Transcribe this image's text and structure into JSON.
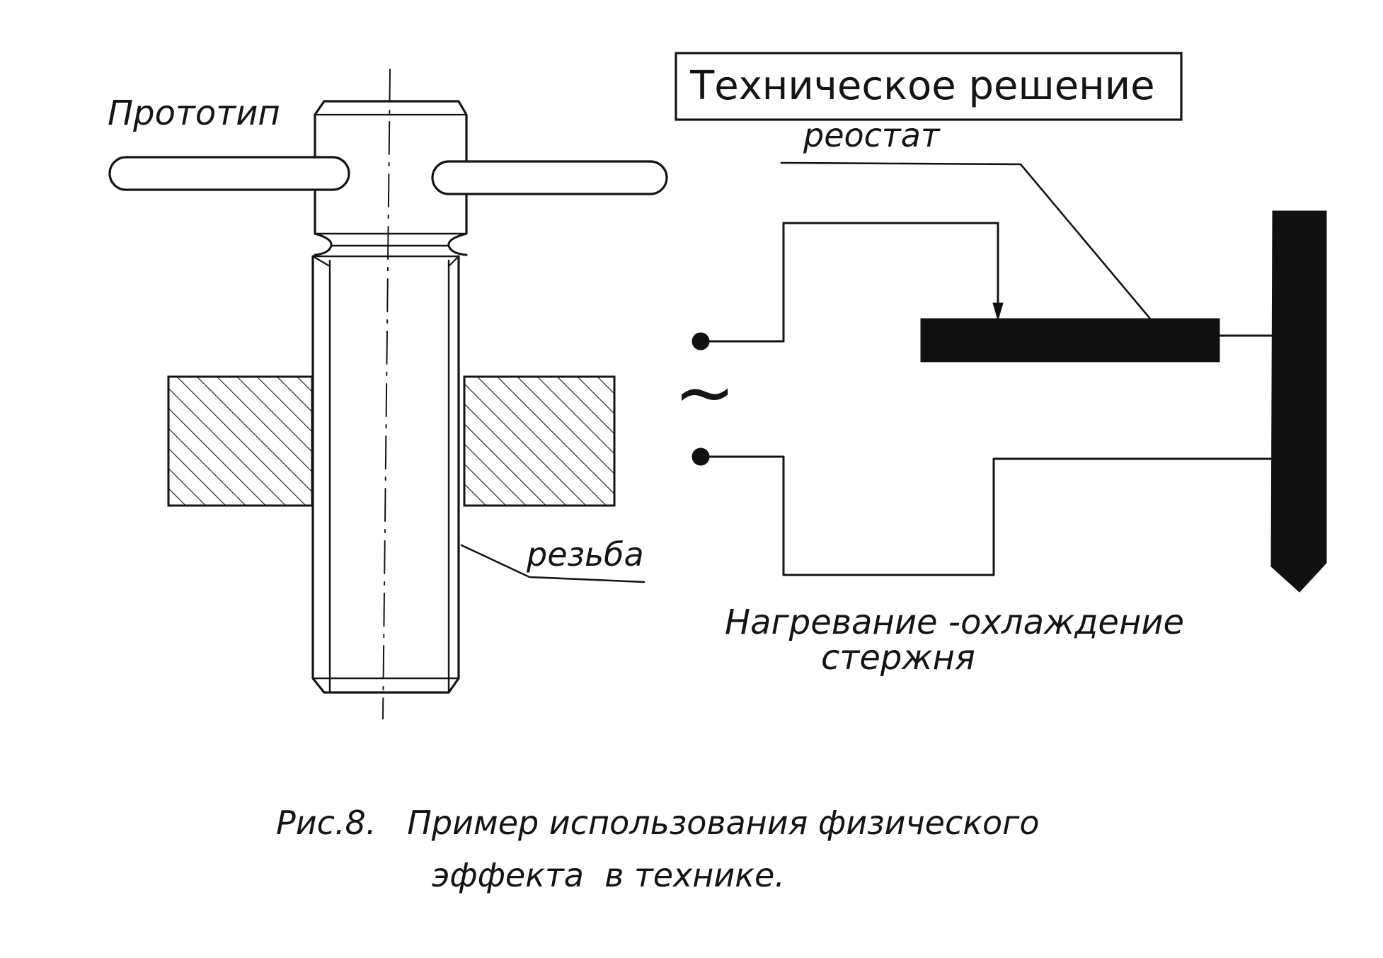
{
  "labels": {
    "prototype": "Прототип",
    "technical_solution": "Техническое решение",
    "rheostat": "реостат",
    "thread": "резьба",
    "process_line1": "Нагревание -охлаждение",
    "process_line2": "стержня",
    "ac_symbol": "~"
  },
  "caption": {
    "line1": "Рис.8.   Пример использования физического",
    "line2": "эффекта  в технике."
  },
  "colors": {
    "ink": "#141414",
    "paper": "#ffffff"
  }
}
